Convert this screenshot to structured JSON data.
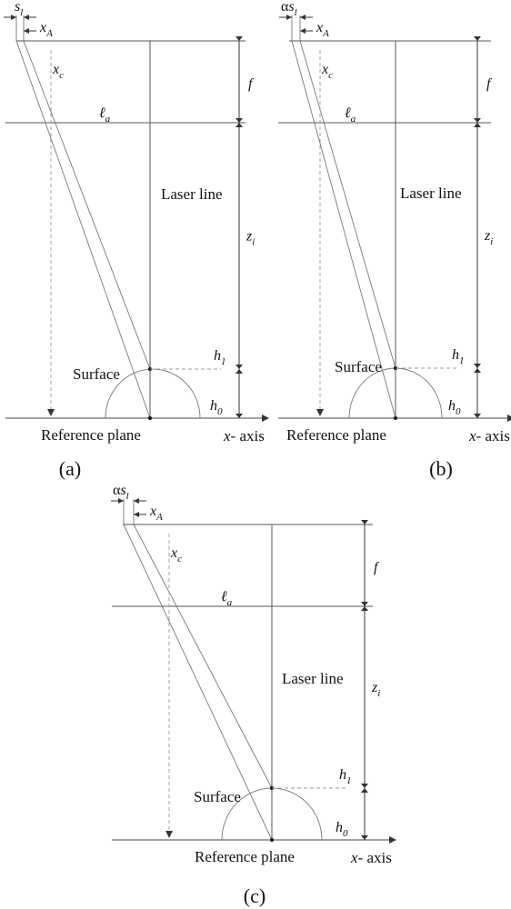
{
  "panels": [
    {
      "id": "a",
      "caption": "(a)",
      "labels": {
        "s": "s",
        "s_sub": "l",
        "s_prefix": "",
        "xA": "x",
        "xA_sub": "A",
        "xc": "x",
        "xc_sub": "c",
        "f": "f",
        "la": "ℓ",
        "la_sub": "a",
        "laser_line": "Laser line",
        "zi": "z",
        "zi_sub": "i",
        "h1": "h",
        "h1_sub": "1",
        "h0": "h",
        "h0_sub": "0",
        "surface": "Surface",
        "reference_plane": "Reference plane",
        "x_axis_var": "x",
        "x_axis_text": "- axis"
      }
    },
    {
      "id": "b",
      "caption": "(b)",
      "labels": {
        "s": "s",
        "s_sub": "l",
        "s_prefix": "α",
        "xA": "x",
        "xA_sub": "A",
        "xc": "x",
        "xc_sub": "c",
        "f": "f",
        "la": "ℓ",
        "la_sub": "a",
        "laser_line": "Laser line",
        "zi": "z",
        "zi_sub": "i",
        "h1": "h",
        "h1_sub": "1",
        "h0": "h",
        "h0_sub": "0",
        "surface": "Surface",
        "reference_plane": "Reference plane",
        "x_axis_var": "x",
        "x_axis_text": "- axis"
      }
    },
    {
      "id": "c",
      "caption": "(c)",
      "labels": {
        "s": "s",
        "s_sub": "l",
        "s_prefix": "α",
        "xA": "x",
        "xA_sub": "A",
        "xc": "x",
        "xc_sub": "c",
        "f": "f",
        "la": "ℓ",
        "la_sub": "a",
        "laser_line": "Laser line",
        "zi": "z",
        "zi_sub": "i",
        "h1": "h",
        "h1_sub": "1",
        "h0": "h",
        "h0_sub": "0",
        "surface": "Surface",
        "reference_plane": "Reference plane",
        "x_axis_var": "x",
        "x_axis_text": "- axis"
      }
    }
  ]
}
